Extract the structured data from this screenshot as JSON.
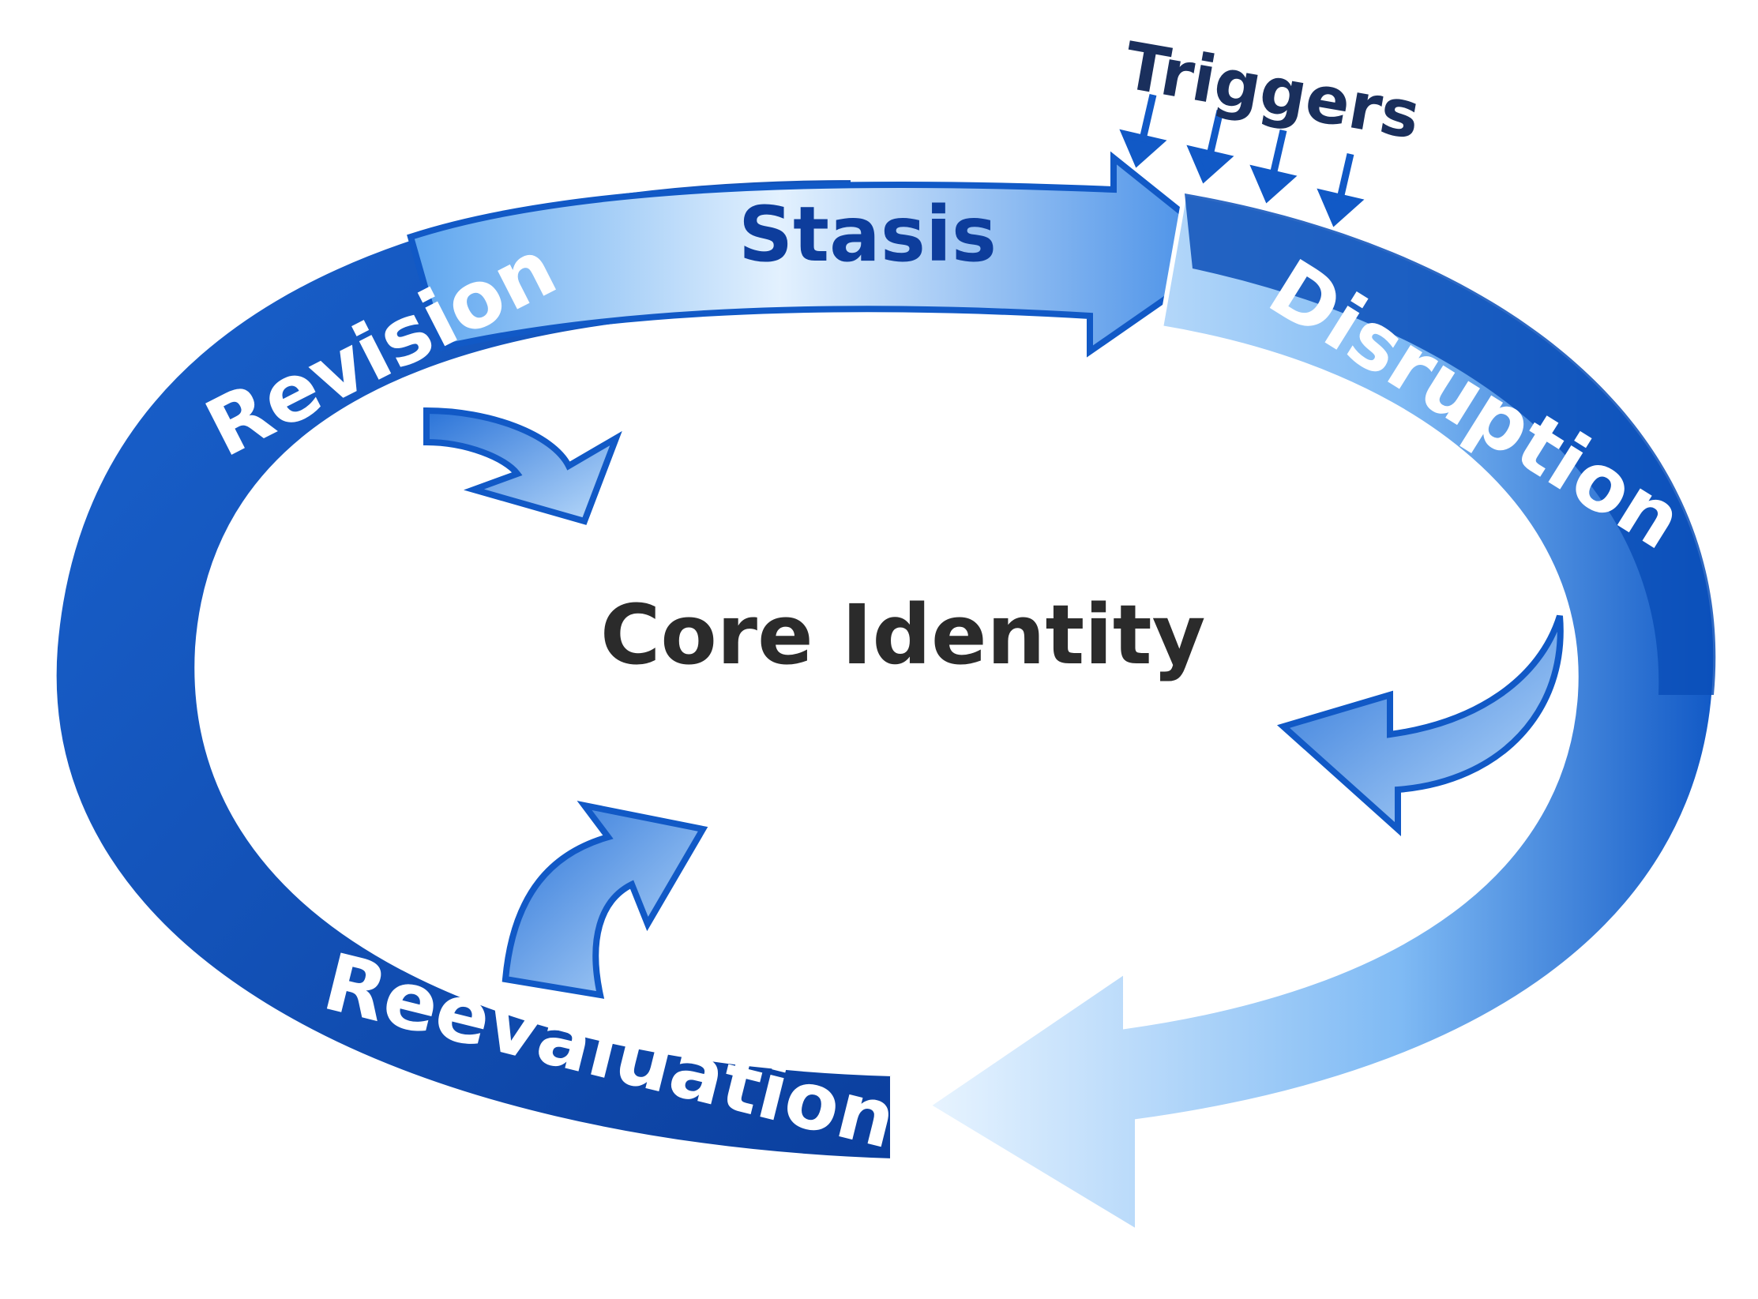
{
  "diagram": {
    "center_label": "Core Identity",
    "stages": [
      {
        "id": "stasis",
        "label": "Stasis"
      },
      {
        "id": "disruption",
        "label": "Disruption"
      },
      {
        "id": "reevaluation",
        "label": "Reevaluation"
      },
      {
        "id": "revision",
        "label": "Revision"
      }
    ],
    "triggers_label": "Triggers",
    "colors": {
      "primary_blue": "#1257c4",
      "dark_blue": "#0b3f9e",
      "light_blue": "#dceefd",
      "center_text": "#2b2b2b"
    }
  }
}
